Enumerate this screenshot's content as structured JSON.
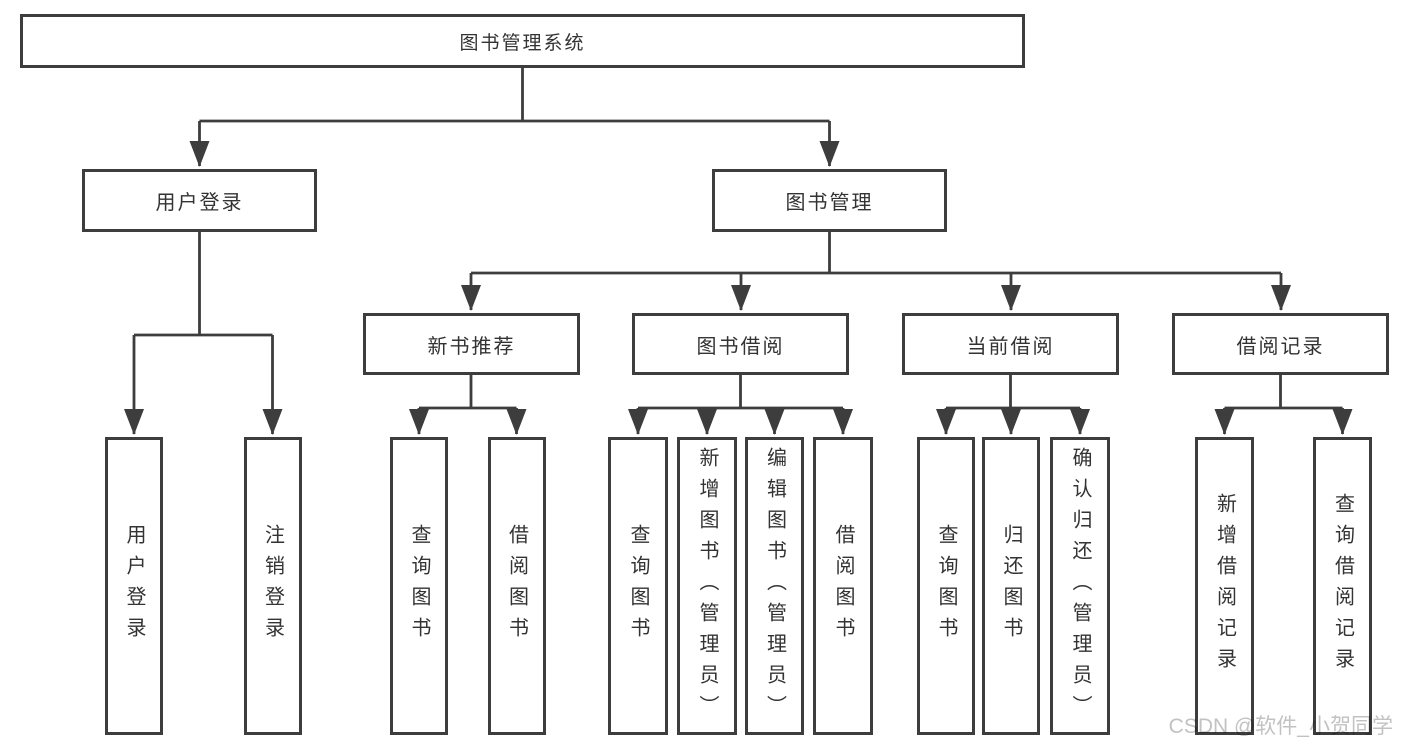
{
  "diagram_title": "图书管理系统",
  "nodes": {
    "root": {
      "label": "图书管理系统"
    },
    "user_login": {
      "label": "用户登录"
    },
    "book_mgmt": {
      "label": "图书管理"
    },
    "new_book_rec": {
      "label": "新书推荐"
    },
    "book_borrow": {
      "label": "图书借阅"
    },
    "current_borrow": {
      "label": "当前借阅"
    },
    "borrow_record": {
      "label": "借阅记录"
    },
    "leaves": {
      "user_login": {
        "label": "用户登录"
      },
      "logout": {
        "label": "注销登录"
      },
      "query_book_1": {
        "label": "查询图书"
      },
      "borrow_book_1": {
        "label": "借阅图书"
      },
      "query_book_2": {
        "label": "查询图书"
      },
      "add_book": {
        "label": "新增图书（管理员）"
      },
      "edit_book": {
        "label": "编辑图书（管理员）"
      },
      "borrow_book_2": {
        "label": "借阅图书"
      },
      "query_book_3": {
        "label": "查询图书"
      },
      "return_book": {
        "label": "归还图书"
      },
      "confirm_return": {
        "label": "确认归还（管理员）"
      },
      "add_record": {
        "label": "新增借阅记录"
      },
      "query_record": {
        "label": "查询借阅记录"
      }
    }
  },
  "watermark": "CSDN @软件_小贺同学",
  "colors": {
    "line": "#3d3d3d",
    "text": "#333333",
    "watermark": "#c2c2c2",
    "background": "#ffffff"
  }
}
